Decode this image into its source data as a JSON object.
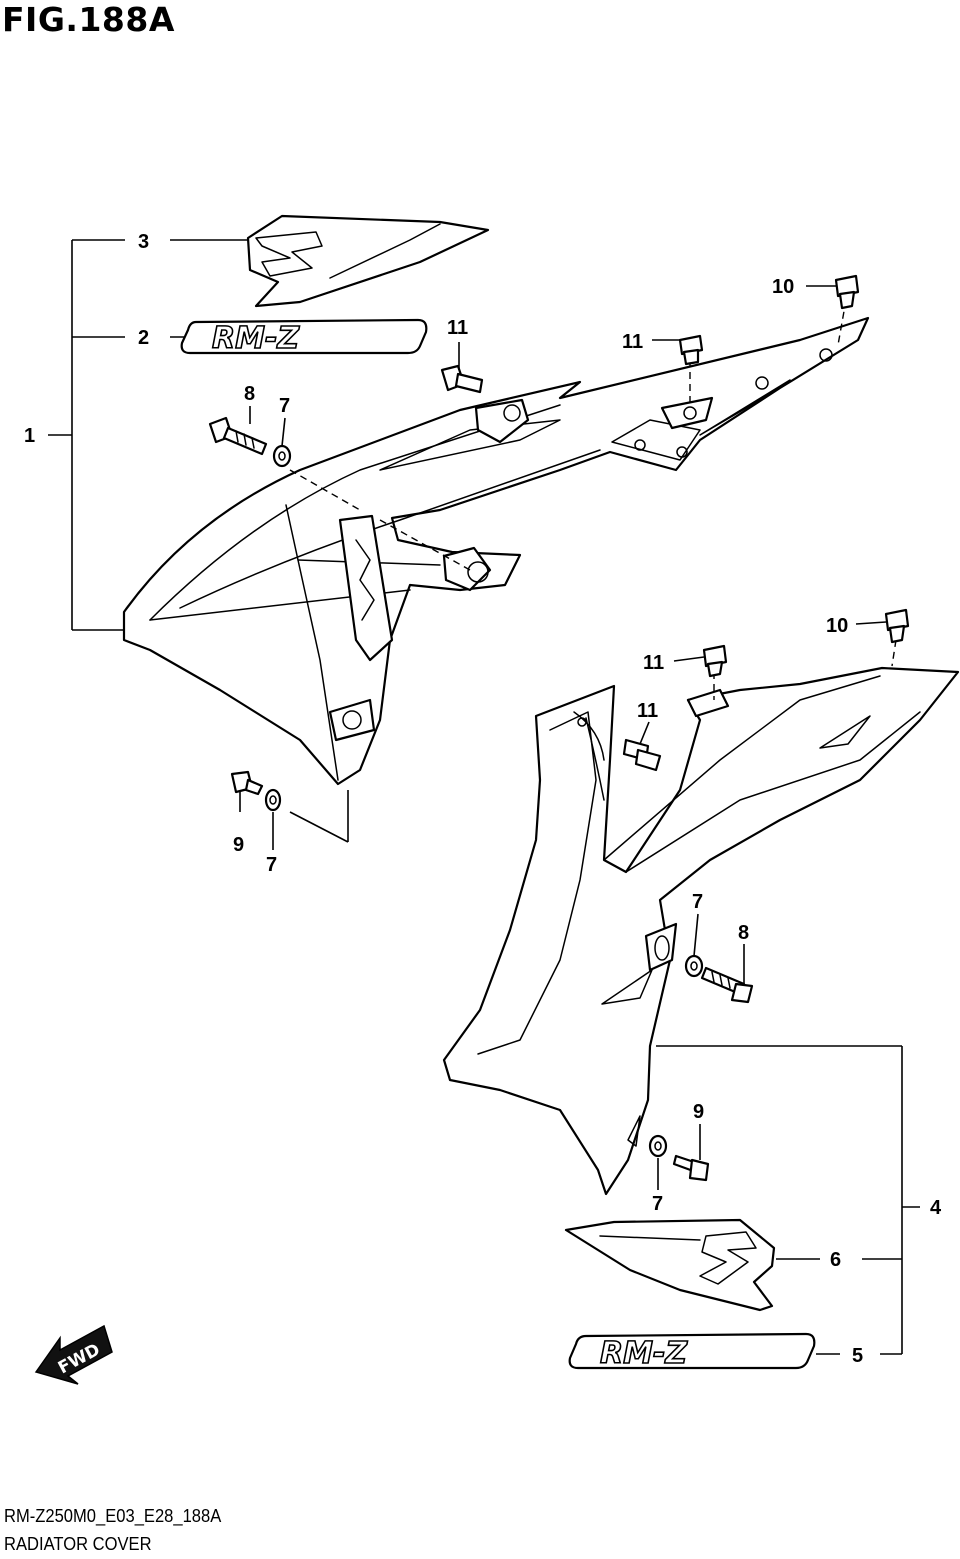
{
  "figure": {
    "title": "FIG.188A",
    "code": "RM-Z250M0_E03_E28_188A",
    "name": "RADIATOR COVER"
  },
  "callouts": {
    "c1": "1",
    "c2": "2",
    "c3": "3",
    "c4": "4",
    "c5": "5",
    "c6": "6",
    "c7a": "7",
    "c7b": "7",
    "c7c": "7",
    "c7d": "7",
    "c8a": "8",
    "c8b": "8",
    "c9a": "9",
    "c9b": "9",
    "c10a": "10",
    "c10b": "10",
    "c11a": "11",
    "c11b": "11",
    "c11c": "11",
    "c11d": "11"
  },
  "decals": {
    "upper": "RM-Z",
    "lower": "RM-Z"
  },
  "fwd_label": "FWD"
}
